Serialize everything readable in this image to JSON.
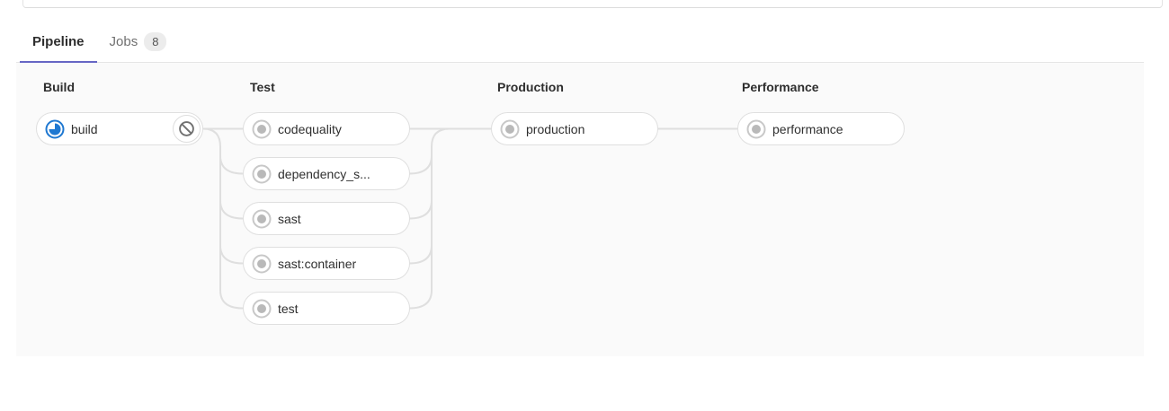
{
  "tabs": {
    "pipeline": {
      "label": "Pipeline"
    },
    "jobs": {
      "label": "Jobs",
      "badge": "8"
    }
  },
  "pipeline": {
    "stages": [
      {
        "name": "Build",
        "jobs": [
          {
            "name": "build",
            "status": "running",
            "action": "cancel"
          }
        ]
      },
      {
        "name": "Test",
        "jobs": [
          {
            "name": "codequality",
            "status": "created"
          },
          {
            "name": "dependency_s...",
            "status": "created"
          },
          {
            "name": "sast",
            "status": "created"
          },
          {
            "name": "sast:container",
            "status": "created"
          },
          {
            "name": "test",
            "status": "created"
          }
        ]
      },
      {
        "name": "Production",
        "jobs": [
          {
            "name": "production",
            "status": "created"
          }
        ]
      },
      {
        "name": "Performance",
        "jobs": [
          {
            "name": "performance",
            "status": "created"
          }
        ]
      }
    ]
  },
  "icons": {
    "running": "running-status-icon",
    "created": "created-status-icon",
    "cancel": "cancel-ban-icon"
  },
  "colors": {
    "running_blue": "#1f78d1",
    "created_gray": "#b9b9b9",
    "active_tab_indigo": "#6666c4",
    "pill_border": "#dfdfdf",
    "connector_gray": "#dfdfdf",
    "stage_bg": "#fafafa"
  }
}
